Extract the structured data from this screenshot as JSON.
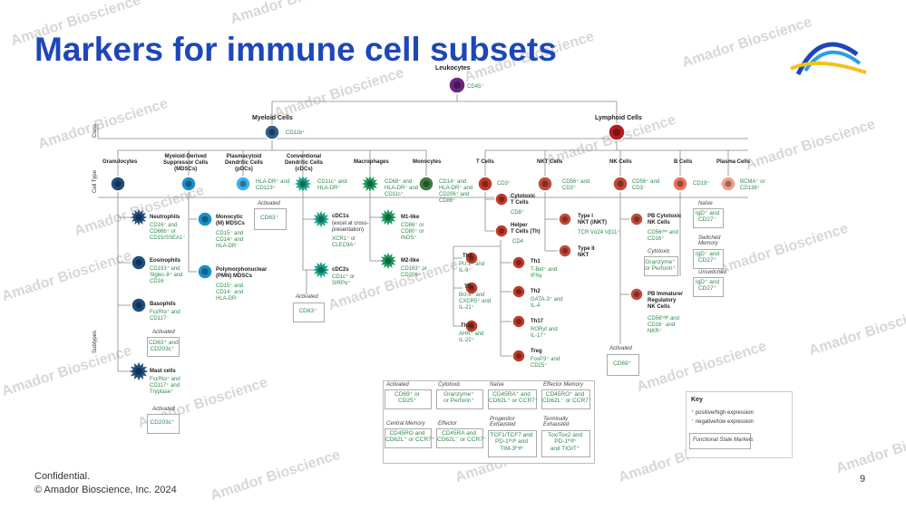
{
  "title": "Markers for immune cell subsets",
  "watermark": "Amador Bioscience",
  "footer": {
    "confidential": "Confidential.",
    "copyright": "© Amador Bioscience, Inc. 2024",
    "page_number": "9"
  },
  "side_labels": {
    "class": "Class",
    "cell_type": "Cell Type",
    "subtypes": "Subtypes"
  },
  "leukocytes": {
    "name": "Leukocytes",
    "marker": "CD45⁺"
  },
  "myeloid": {
    "name": "Myeloid Cells",
    "marker": "CD11b⁺"
  },
  "lymphoid": {
    "name": "Lymphoid Cells"
  },
  "types": {
    "granulocytes": "Granulocytes",
    "mdsc": [
      "Myeloid-Derived",
      "Suppressor Cells",
      "(MDSCs)"
    ],
    "pdc": [
      "Plasmacytoid",
      "Dendritic Cells",
      "(pDCs)"
    ],
    "cdc": [
      "Conventional",
      "Dendritic Cells",
      "(cDCs)"
    ],
    "macrophages": "Macrophages",
    "monocytes": "Monocytes",
    "tcells": "T Cells",
    "nkt": "NKT Cells",
    "nk": "NK Cells",
    "bcells": "B Cells",
    "plasma": "Plasma Cells"
  },
  "type_markers": {
    "pdc": [
      "HLA-DR⁺ and",
      "CD123⁺"
    ],
    "cdc": [
      "CD11c⁺ and",
      "HLA-DR⁺"
    ],
    "macro": [
      "CD68⁺ and",
      "HLA-DR⁺ and",
      "CD11c⁺"
    ],
    "mono": [
      "CD14⁺ and",
      "HLA-DR⁺ and",
      "CD206⁺ and",
      "CD86⁺"
    ],
    "tcell": "CD3⁺",
    "nkt": [
      "CD56⁺ and",
      "CD3⁺"
    ],
    "nk": [
      "CD56⁺ and",
      "CD3⁻"
    ],
    "bcell": "CD19⁺",
    "plasma": [
      "BCMA⁺ or",
      "CD138⁺"
    ]
  },
  "granulocyte_subtypes": {
    "neutrophils": {
      "name": "Neutrophils",
      "markers": [
        "CD16⁺ and",
        "CD66b⁺ or",
        "CD15/SSEA1⁺"
      ]
    },
    "eosinophils": {
      "name": "Eosinophils",
      "markers": [
        "CD193⁺ and",
        "Siglec-8⁺ and",
        "CD16⁻"
      ]
    },
    "basophils": {
      "name": "Basophils",
      "markers": [
        "FcεRIα⁺ and",
        "CD117⁻"
      ],
      "activated": "Activated",
      "act_markers": [
        "CD63⁺ and",
        "CD203c⁺"
      ]
    },
    "mast": {
      "name": "Mast cells",
      "markers": [
        "FcεRIα⁺ and",
        "CD117⁺ and",
        "Tryptase⁺"
      ],
      "activated": "Activated",
      "act_markers": "CD203c⁺"
    }
  },
  "mdsc_subtypes": {
    "monocytic": {
      "name": [
        "Monocytic",
        "(M) MDSCs"
      ],
      "markers": [
        "CD15⁻ and",
        "CD14⁺ and",
        "HLA-DR⁻"
      ]
    },
    "pmn": {
      "name": [
        "Polymorphonuclear",
        "(PMN) MDSCs"
      ],
      "markers": [
        "CD15⁺ and",
        "CD14⁻ and",
        "HLA-DR⁻"
      ]
    }
  },
  "pdc_activated": {
    "label": "Activated",
    "marker": "CD83⁺"
  },
  "cdc_subtypes": {
    "cdc1": {
      "name": "cDC1s",
      "desc": [
        "(excel at cross-",
        "presentation)"
      ],
      "markers": [
        "XCR1⁺ or",
        "CLEC9A⁺"
      ]
    },
    "cdc2": {
      "name": "cDC2s",
      "markers": [
        "CD1c⁺ or",
        "SIRPα⁺"
      ]
    },
    "activated": {
      "label": "Activated",
      "marker": "CD83⁺"
    }
  },
  "macro_subtypes": {
    "m1": {
      "name": "M1-like",
      "markers": [
        "CD86⁺ or",
        "CD80⁺ or",
        "iNOS⁺"
      ]
    },
    "m2": {
      "name": "M2-like",
      "markers": [
        "CD163⁺ or",
        "CD206⁺"
      ]
    }
  },
  "tcell_subtypes": {
    "cytotoxic": {
      "name": [
        "Cytotoxic",
        "T Cells"
      ],
      "marker": "CD8⁺"
    },
    "helper": {
      "name": [
        "Helper",
        "T Cells (Th)"
      ],
      "marker": "CD4"
    },
    "th9": {
      "name": "Th9",
      "markers": [
        "PU.1⁺ and",
        "IL-9⁺"
      ]
    },
    "tfh": {
      "name": "Tfh",
      "markers": [
        "Bcl-6⁺ and",
        "CXCR5⁺ and",
        "IL-21⁺"
      ]
    },
    "th22": {
      "name": "Th22",
      "markers": [
        "AHR⁺ and",
        "IL-22⁺"
      ]
    },
    "th1": {
      "name": "Th1",
      "markers": [
        "T-Bet⁺ and",
        "IFNγ"
      ]
    },
    "th2": {
      "name": "Th2",
      "markers": [
        "GATA-3⁺ and",
        "IL-4"
      ]
    },
    "th17": {
      "name": "Th17",
      "markers": [
        "RORγt and",
        "IL-17⁺"
      ]
    },
    "treg": {
      "name": "Treg",
      "markers": [
        "FoxP3⁺ and",
        "CD25⁺"
      ]
    }
  },
  "tstate_boxes": [
    {
      "cap": "Activated",
      "lines": [
        "CD69⁺ or",
        "CD25⁺"
      ]
    },
    {
      "cap": "Cytotoxic",
      "lines": [
        "Granzyme⁺",
        "or Perforin⁺"
      ]
    },
    {
      "cap": "Naïve",
      "lines": [
        "CD45RA⁺ and",
        "CD62L⁺ or CCR7⁺"
      ]
    },
    {
      "cap": "Effector Memory",
      "lines": [
        "CD45RO⁺ and",
        "CD62L⁻ or CCR7⁻"
      ]
    },
    {
      "cap": "Central Memory",
      "lines": [
        "CD45RO and",
        "CD62L⁺ or CCR7⁺"
      ]
    },
    {
      "cap": "Effector",
      "lines": [
        "CD45RA and",
        "CD62L⁻ or CCR7⁻"
      ]
    },
    {
      "cap": [
        "Progenitor",
        "Exhausted"
      ],
      "lines": [
        "TCF1/TCF7 and",
        "PD-1ʰⁱᵍʰ and",
        "TIM-3ʰⁱᵍʰ"
      ]
    },
    {
      "cap": [
        "Terminally",
        "Exhausted"
      ],
      "lines": [
        "Tox/Tox2 and",
        "PD-1ʰⁱᵍʰ",
        "and TIGIT⁺"
      ]
    }
  ],
  "nkt_subtypes": {
    "type1": {
      "name": [
        "Type I",
        "NKT (iNKT)"
      ],
      "marker": "TCR Vα24 Vβ11⁺"
    },
    "type2": {
      "name": [
        "Type II",
        "NKT"
      ]
    }
  },
  "nk_subtypes": {
    "cytotoxic": {
      "name": [
        "PB Cytotoxic",
        "NK Cells"
      ],
      "markers": [
        "CD56ᵈⁱᵐ and",
        "CD16⁺"
      ],
      "cap": "Cytotoxic",
      "box": [
        "Granzyme⁺",
        "or Perforin⁺"
      ]
    },
    "immature": {
      "name": [
        "PB Immature/",
        "Regulatory",
        "NK Cells"
      ],
      "markers": [
        "CD56ʰⁱᵍʰ and",
        "CD16⁻ and",
        "NKR⁺"
      ]
    },
    "activated": {
      "label": "Activated",
      "marker": "CD69⁺"
    }
  },
  "bcell_states": [
    {
      "cap": "Naïve",
      "lines": [
        "IgD⁺ and",
        "CD27⁻"
      ]
    },
    {
      "cap": [
        "Switched",
        "Memory"
      ],
      "lines": [
        "IgD⁻ and",
        "CD27⁺"
      ]
    },
    {
      "cap": "Unswitched",
      "lines": [
        "IgD⁺ and",
        "CD27⁺"
      ]
    }
  ],
  "key": {
    "title": "Key",
    "items": [
      "⁺ positive/high expression",
      "⁻ negative/low expression"
    ],
    "box": "Functional State Markers"
  },
  "colors": {
    "title": "#1d47b8",
    "leukocyte": "#6b2680",
    "myeloid": "#2f5f8a",
    "granulocyte": "#1f4f7f",
    "mdsc": "#1a8fc9",
    "pdc": "#3db3e6",
    "teal": "#1aa38a",
    "macro": "#1e9a5c",
    "mono": "#3b7d3f",
    "lymphoid": "#b51e1e",
    "tcell": "#c23a2a",
    "nk": "#c24a3a",
    "bcell": "#e8735a",
    "plasma": "#f0a090",
    "marker_text": "#2f8a4d"
  }
}
